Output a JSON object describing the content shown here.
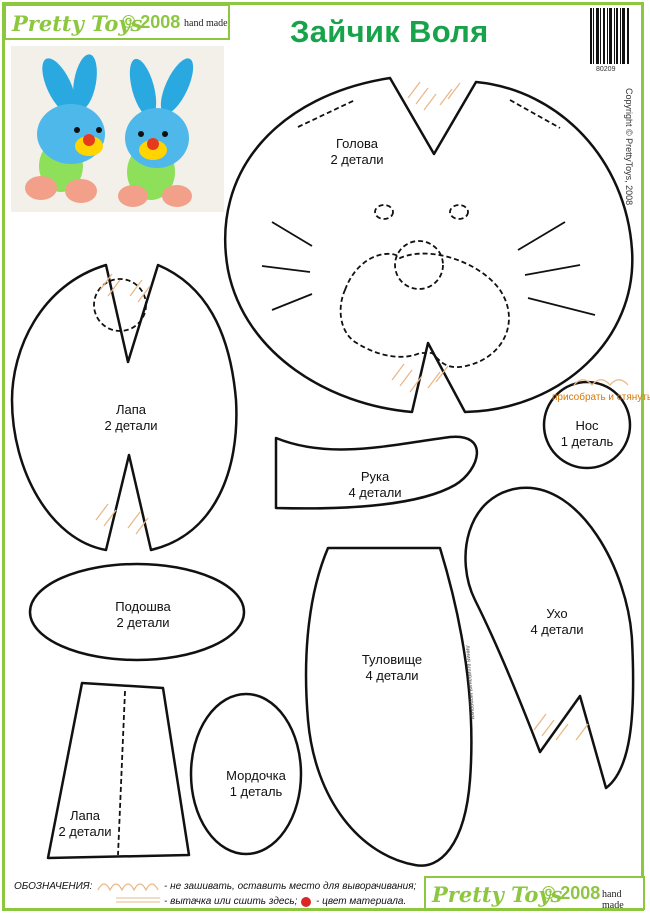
{
  "brand": {
    "name": "Pretty Toys",
    "year": "© 2008",
    "tagline": "hand made"
  },
  "title": "Зайчик Воля",
  "code": "80209",
  "copyright": "Copyright © PrettyToys, 2008",
  "pieces": {
    "head": {
      "name": "Голова",
      "count": "2 детали"
    },
    "paw_top": {
      "name": "Лапа",
      "count": "2 детали"
    },
    "nose": {
      "gather": "присобрать и стянуть",
      "name": "Нос",
      "count": "1 деталь"
    },
    "arm": {
      "name": "Рука",
      "count": "4 детали"
    },
    "ear": {
      "name": "Ухо",
      "count": "4 детали"
    },
    "sole": {
      "name": "Подошва",
      "count": "2 детали"
    },
    "body": {
      "name": "Туловище",
      "count": "4 детали",
      "note": "линия вшивания мордочки"
    },
    "muzzle": {
      "name": "Мордочка",
      "count": "1 деталь"
    },
    "paw_bottom": {
      "name": "Лапа",
      "count": "2 детали"
    }
  },
  "legend": {
    "heading": "ОБОЗНАЧЕНИЯ:",
    "no_sew": "- не зашивать, оставить место  для выворачивания;",
    "dart": "- вытачка или сшить здесь;",
    "color": "- цвет материала."
  },
  "colors": {
    "brand_green": "#8dc63f",
    "title_green": "#16a34a",
    "gather_orange": "#d97706",
    "legend_dot": "#dc2626"
  }
}
